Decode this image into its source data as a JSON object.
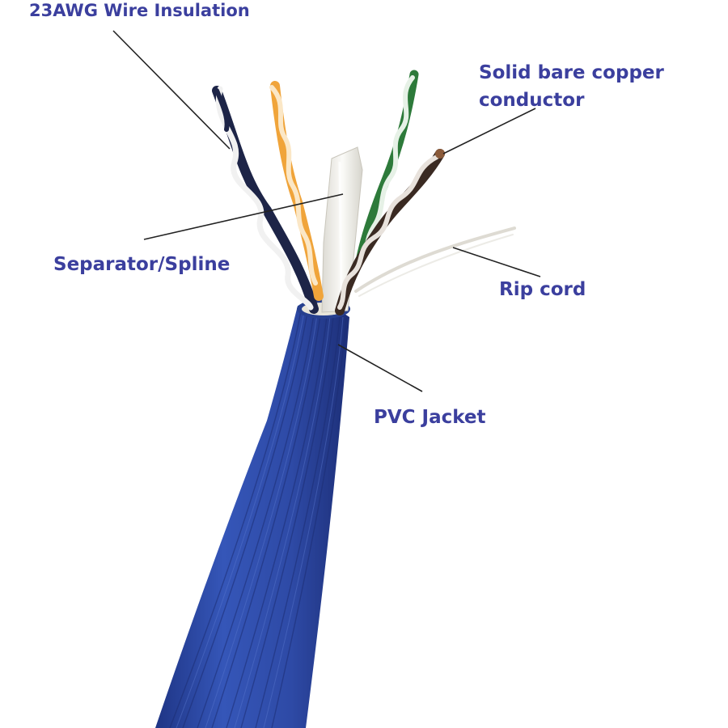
{
  "labels": {
    "insulation": "23AWG Wire Insulation",
    "copper_line1": "Solid bare copper",
    "copper_line2": "conductor",
    "spline": "Separator/Spline",
    "rip_cord": "Rip cord",
    "jacket": "PVC Jacket"
  },
  "colors": {
    "label_text": "#3b3f9e",
    "jacket": "#2f4fae",
    "jacket_dark": "#23398a",
    "pair_blue": "#1d2447",
    "pair_orange": "#f0a43a",
    "pair_green": "#2d7a3a",
    "pair_brown": "#3a2a22",
    "spline": "#ecebe6",
    "leader_line": "#222222"
  }
}
